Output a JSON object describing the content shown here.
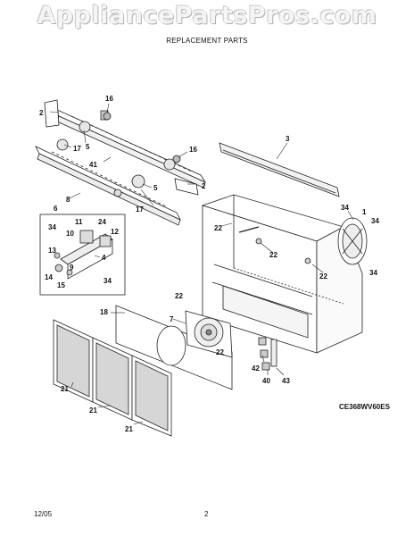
{
  "watermark": "AppliancePartsPros.com",
  "header": {
    "subtitle": "REPLACEMENT PARTS"
  },
  "model_code": "CE368WV60ES",
  "footer": {
    "date": "12/05",
    "page": "2"
  },
  "callouts": [
    "2",
    "16",
    "5",
    "17",
    "41",
    "16",
    "8",
    "5",
    "17",
    "2",
    "3",
    "6",
    "11",
    "24",
    "34",
    "10",
    "12",
    "4",
    "13",
    "9",
    "14",
    "15",
    "34",
    "34",
    "1",
    "34",
    "22",
    "22",
    "22",
    "34",
    "22",
    "18",
    "7",
    "22",
    "42",
    "40",
    "43",
    "21",
    "21",
    "21"
  ]
}
